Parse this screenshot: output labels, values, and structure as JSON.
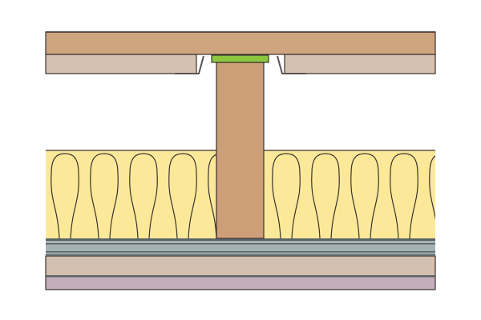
{
  "diagram": {
    "type": "construction-cross-section",
    "components": [
      "floor-deck",
      "ceiling-board",
      "joist",
      "resilient-bar-channel",
      "acoustic-strip",
      "mineral-wool-insulation",
      "membrane-layers",
      "plasterboard",
      "finish-layer"
    ],
    "colors": {
      "outline": "#3a3230",
      "deck": "#cfa57f",
      "ceiling_board": "#d5c1b0",
      "joist": "#cd9f78",
      "acoustic_strip": "#8cc63f",
      "insulation": "#fbe999",
      "membrane_dark": "#5a6466",
      "membrane": "#a4b2b4",
      "plasterboard": "#d3c0b0",
      "finish": "#c4aebc",
      "channel": "#5b5350"
    }
  }
}
